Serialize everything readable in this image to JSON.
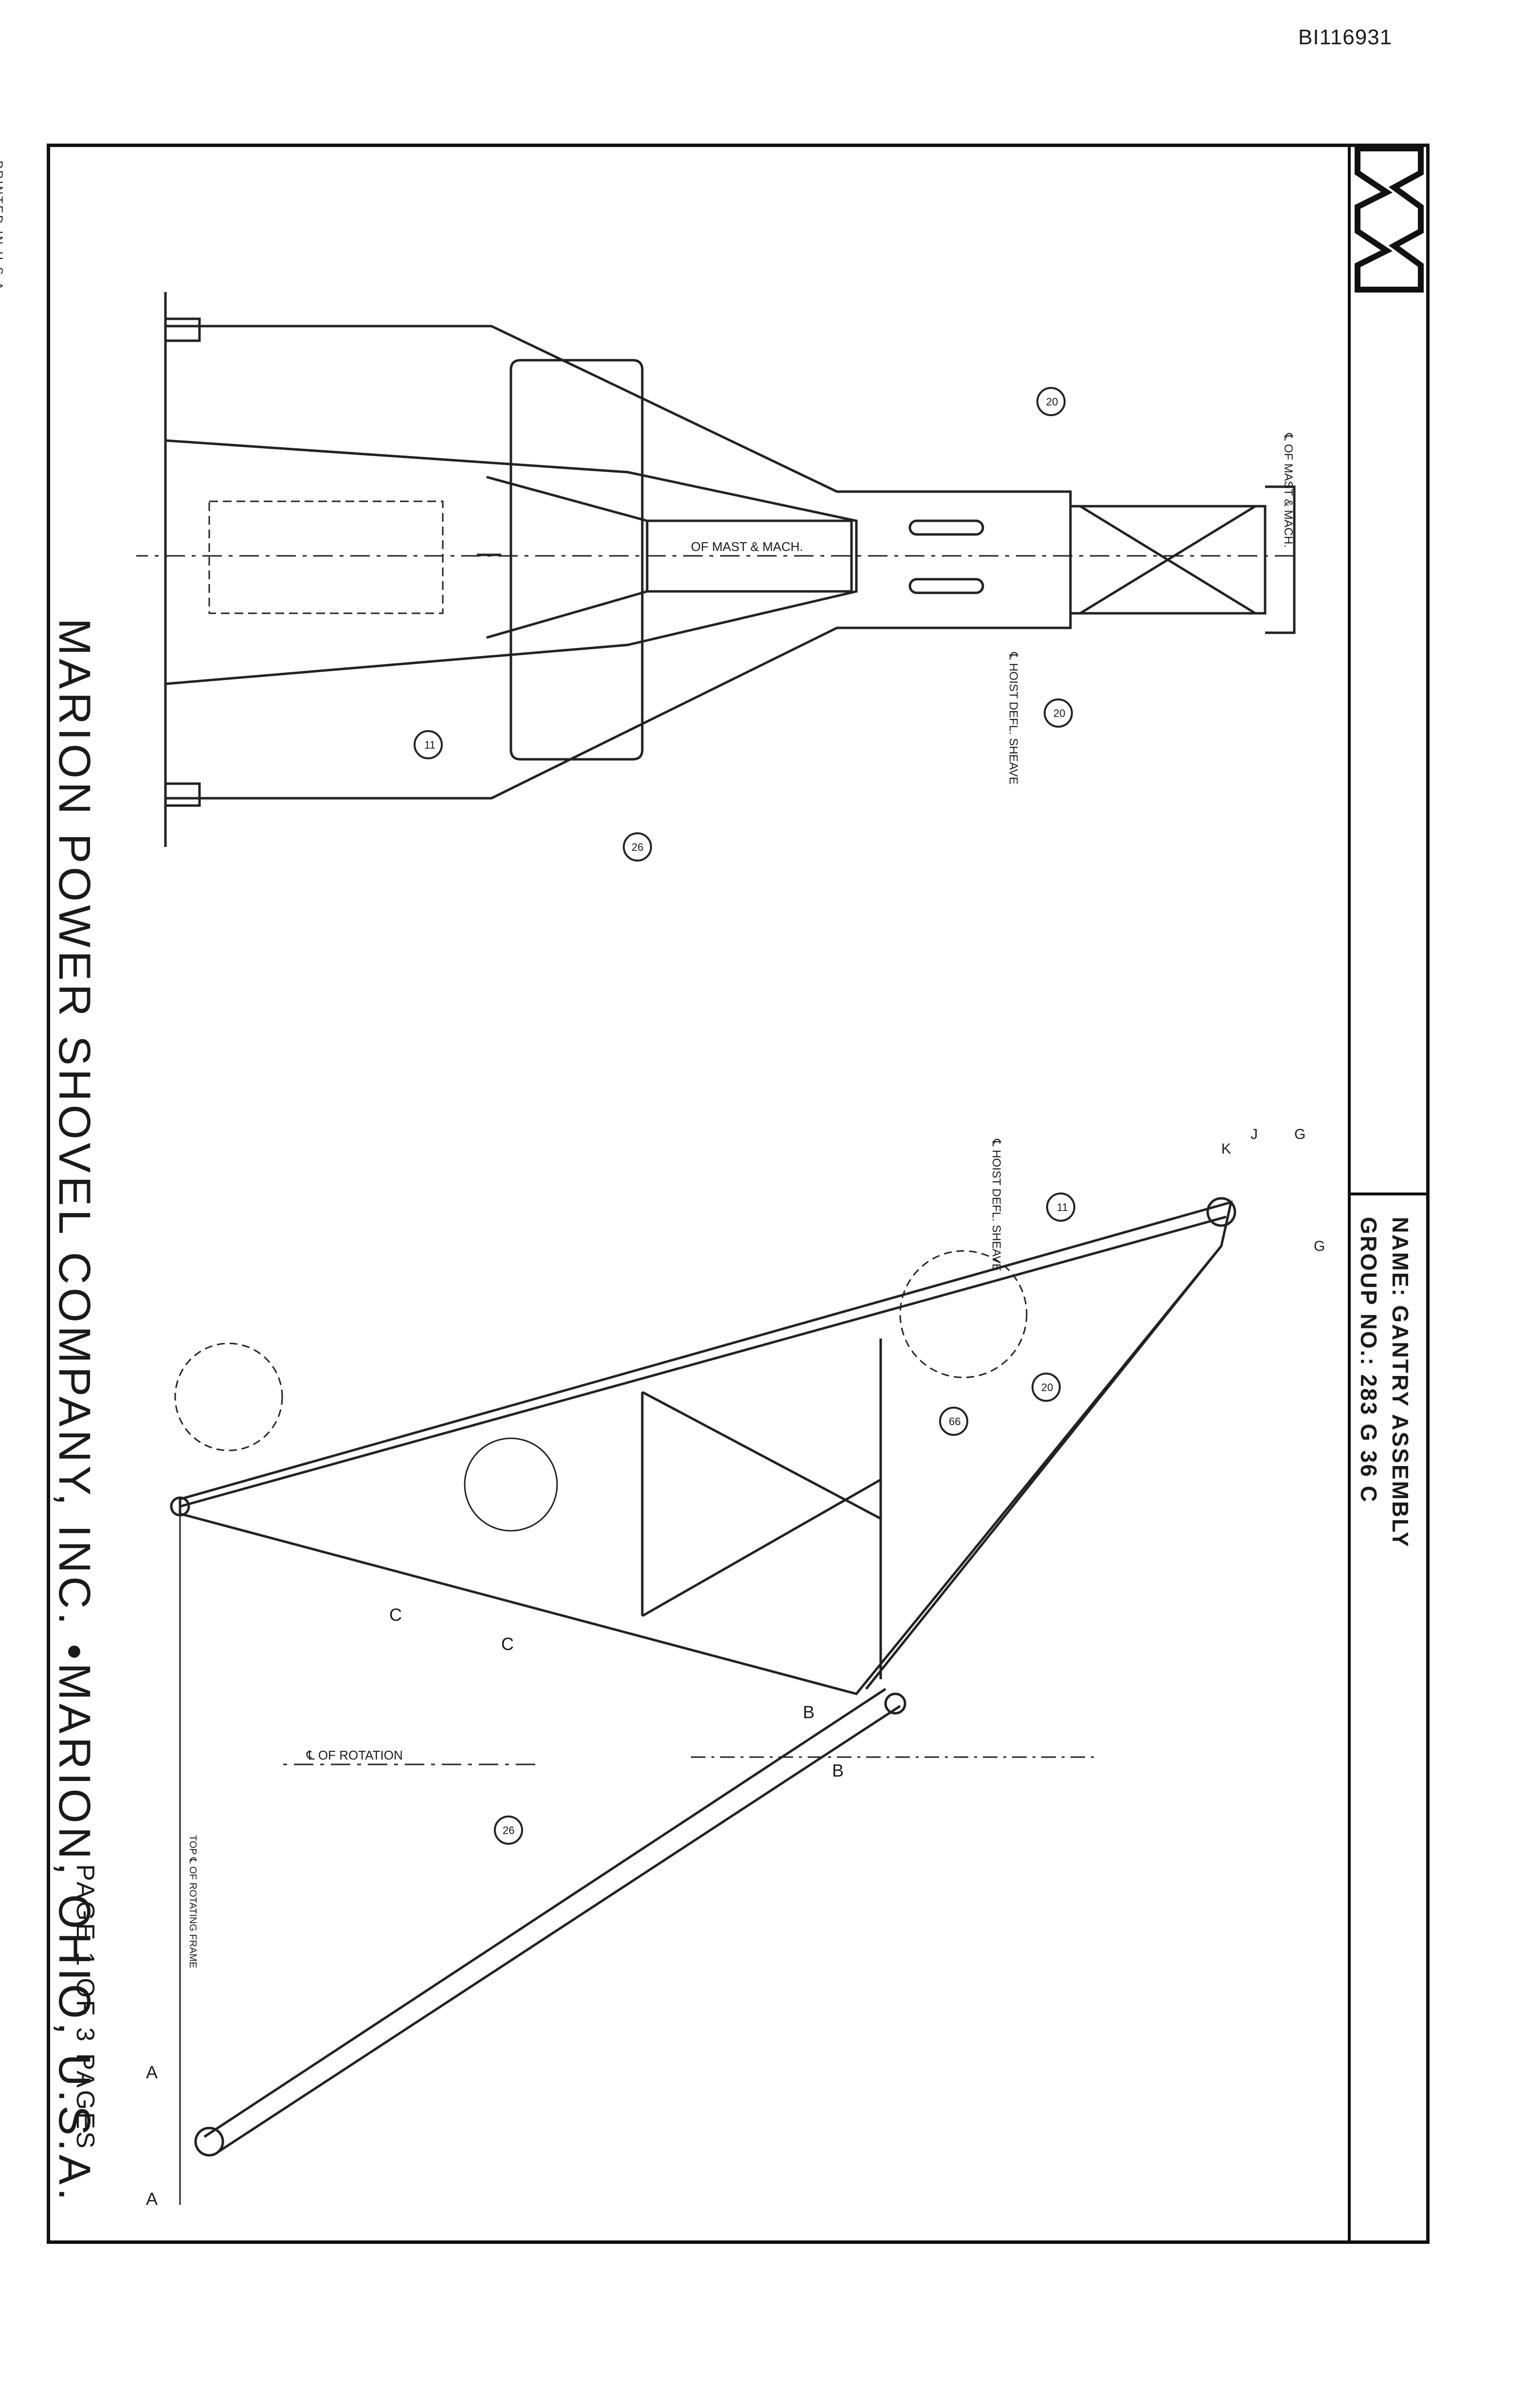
{
  "document": {
    "doc_id": "BI116931",
    "printed_note": "PRINTED IN U.S.A",
    "company_line": "MARION POWER SHOVEL COMPANY, INC. •MARION, OHIO, U.S.A.",
    "page_line": "PAGE 1 OF 3 PAGES"
  },
  "title_block": {
    "name_label": "NAME:",
    "name_value": "GANTRY ASSEMBLY",
    "group_label": "GROUP NO.:",
    "group_value": "283 G 36 C"
  },
  "logo": {
    "icon": "marion-m-logo-icon"
  },
  "callouts": {
    "mast_mach_cl": "℄ OF MAST & MACH.",
    "of_mast_mach": "OF MAST & MACH.",
    "hoist_defl_sheave_top": "℄ HOIST DEFL. SHEAVE",
    "hoist_defl_sheave_side": "℄ HOIST DEFL. SHEAVE",
    "of_rotation": "℄ OF ROTATION",
    "top_of_frame": "TOP ℄ OF ROTATING FRAME"
  },
  "item_numbers": {
    "top_upper": "20",
    "top_lower": "20",
    "top_leg": "11",
    "top_brace": "26",
    "side_leg": "11",
    "side_sheave": "20",
    "side_pin": "66",
    "side_brace": "26"
  },
  "section_marks": {
    "a": "A",
    "b": "B",
    "c": "C",
    "g": "G",
    "j": "J",
    "k": "K"
  }
}
